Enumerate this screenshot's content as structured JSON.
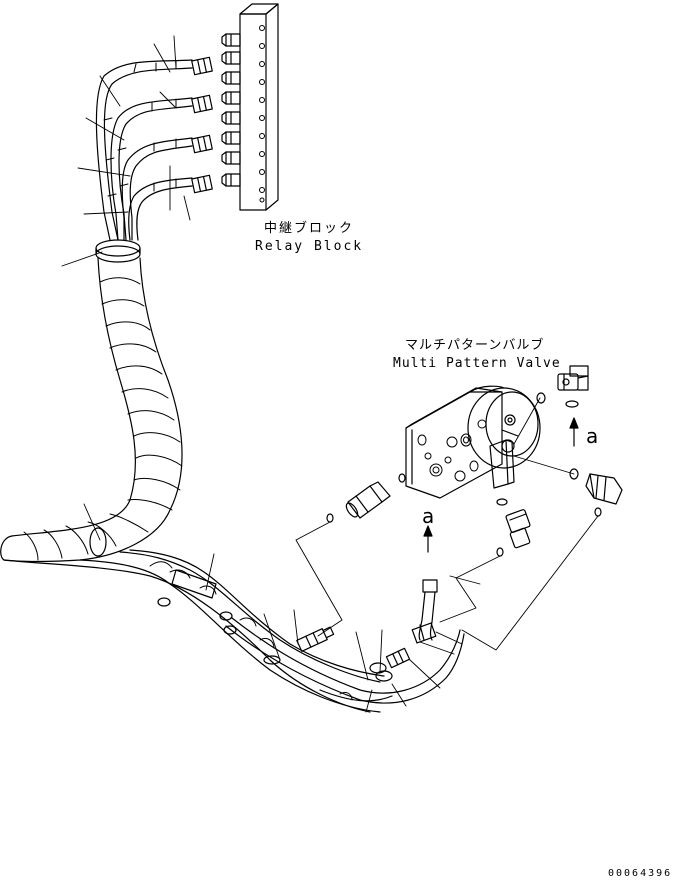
{
  "relay_block": {
    "label_jp": "中継ブロック",
    "label_en": "Relay Block"
  },
  "multi_pattern_valve": {
    "label_jp": "マルチパターンバルブ",
    "label_en": "Multi Pattern Valve"
  },
  "detail_refs": {
    "upper": "a",
    "lower": "a"
  },
  "drawing_code": "00064396"
}
